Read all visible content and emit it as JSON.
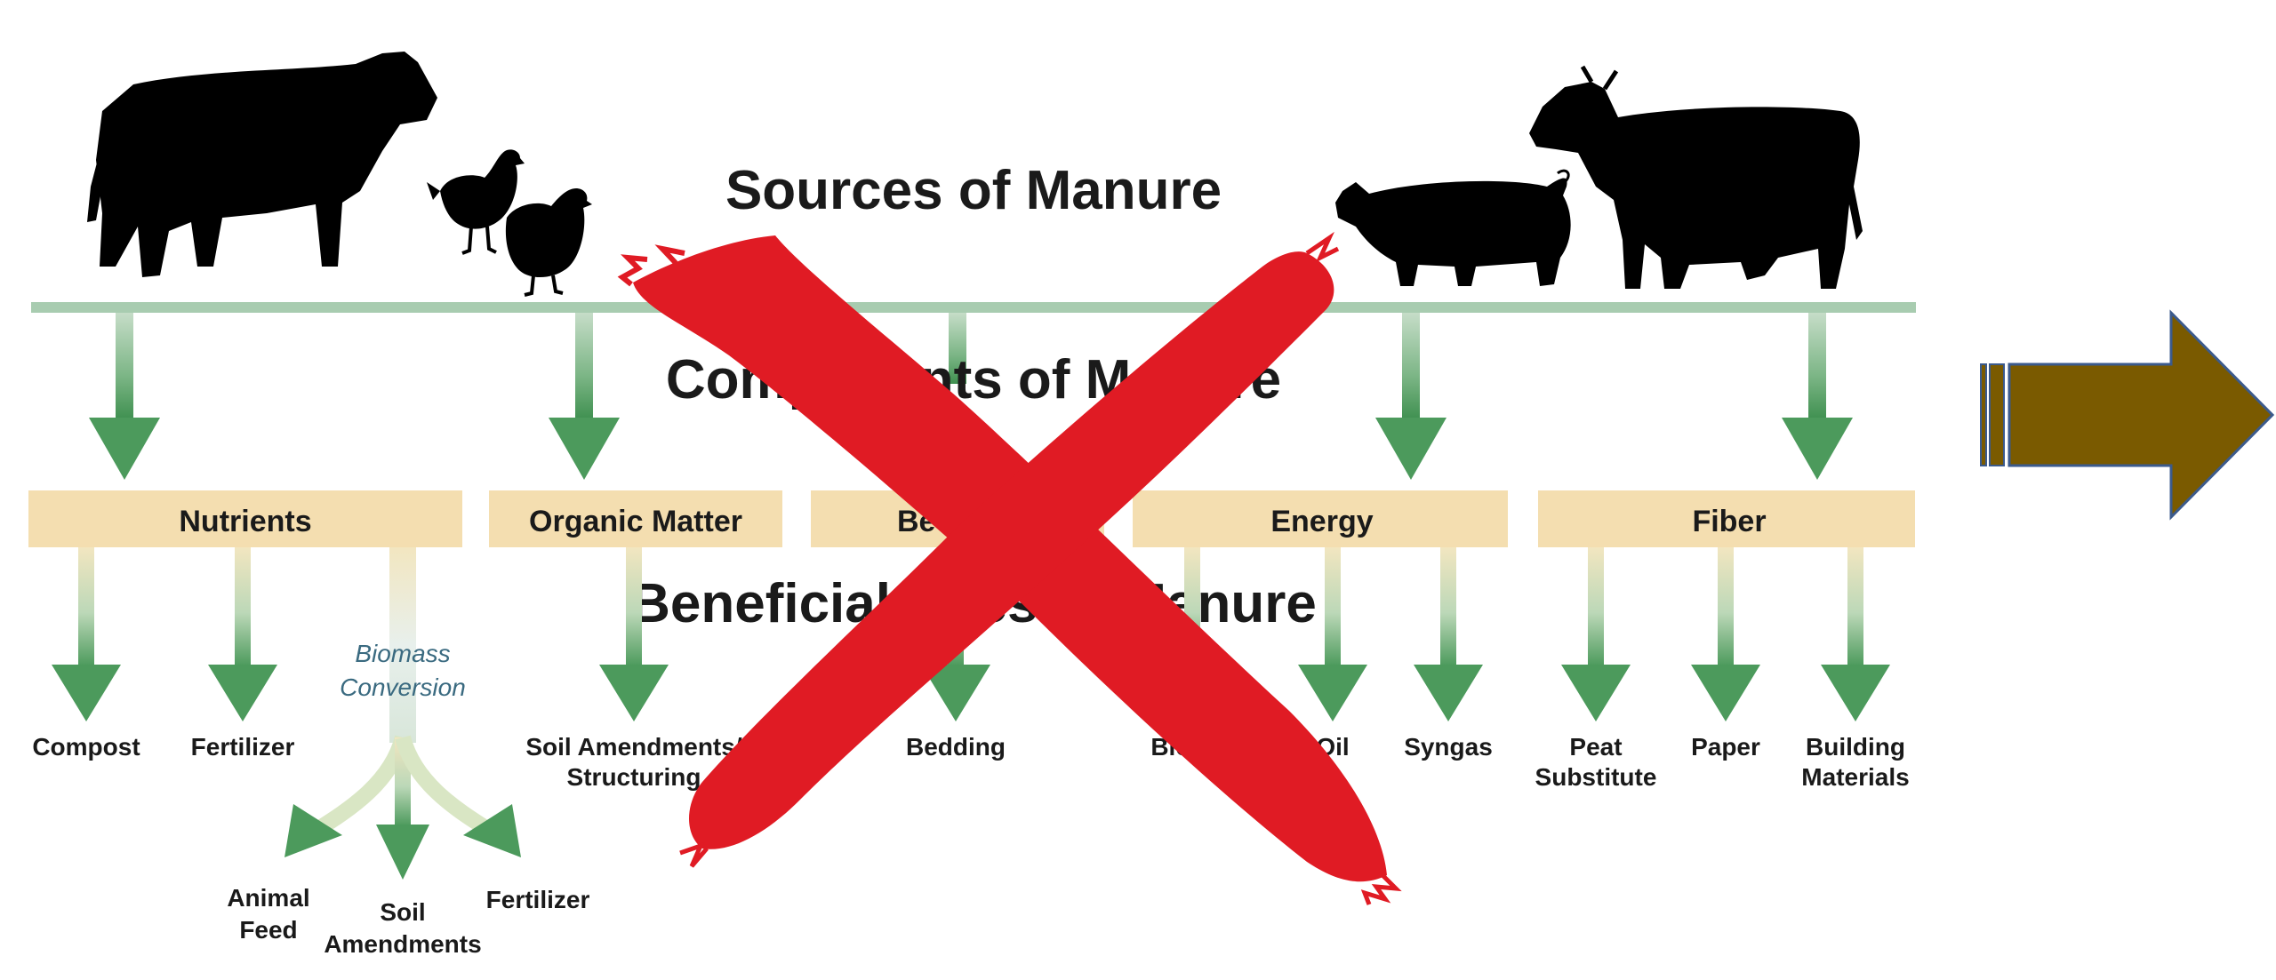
{
  "titles": {
    "sources": "Sources of Manure",
    "components": "Components of Manure",
    "uses": "Beneficial Uses of Manure"
  },
  "categories": [
    "Nutrients",
    "Organic Matter",
    "Bedding",
    "Energy",
    "Fiber"
  ],
  "biomass_label": [
    "Biomass",
    "Conversion"
  ],
  "uses": {
    "compost": [
      "Compost"
    ],
    "fertilizer": [
      "Fertilizer"
    ],
    "soil_amend_struct": [
      "Soil Amendments/",
      "Structuring"
    ],
    "bedding": [
      "Bedding"
    ],
    "biogas": [
      "Biogas"
    ],
    "oil": [
      "Oil"
    ],
    "syngas": [
      "Syngas"
    ],
    "peat": [
      "Peat",
      "Substitute"
    ],
    "paper": [
      "Paper"
    ],
    "building": [
      "Building",
      "Materials"
    ],
    "animal_feed": [
      "Animal",
      "Feed"
    ],
    "soil_amend": [
      "Soil",
      "Amendments"
    ],
    "fertilizer2": [
      "Fertilizer"
    ]
  },
  "animals": [
    "beef-cow",
    "chicken",
    "chicken",
    "pig",
    "dairy-cow"
  ],
  "overlays": {
    "cross_color": "#e01b24",
    "arrow_color": "#7a5a00",
    "arrow_stroke": "#3b5a8c"
  },
  "colors": {
    "green_arrow": "#4c9a5c",
    "green_line": "#a8ccb0",
    "tan_bar": "#f4deb0",
    "tan_arrow_top": "#f0e2b8"
  }
}
